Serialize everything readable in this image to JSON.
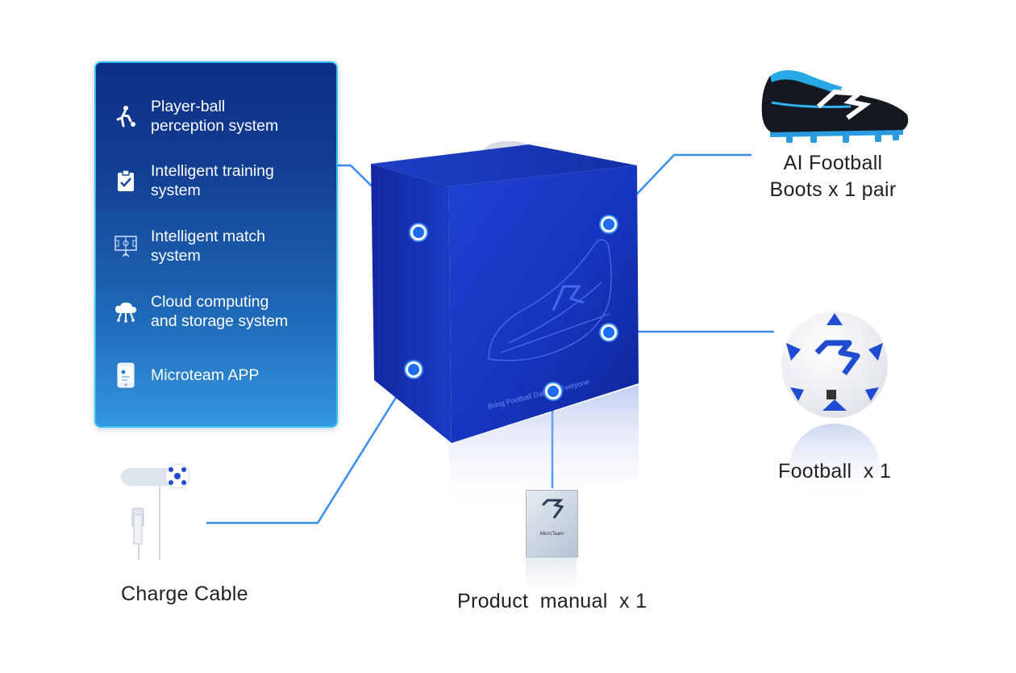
{
  "features": [
    {
      "label": "Player-ball\nperception system",
      "icon": "player-kick-icon"
    },
    {
      "label": "Intelligent training\nsystem",
      "icon": "clipboard-check-icon"
    },
    {
      "label": "Intelligent match\nsystem",
      "icon": "tactics-board-icon"
    },
    {
      "label": "Cloud computing\nand storage system",
      "icon": "cloud-icon"
    },
    {
      "label": "Microteam APP",
      "icon": "phone-app-icon"
    }
  ],
  "box": {
    "tagline": "Bring Football Data To Everyone"
  },
  "items": {
    "boots": "AI Football\nBoots x 1 pair",
    "ball": "Football  x 1",
    "cable": "Charge Cable",
    "manual": "Product  manual  x 1"
  },
  "manual_brand": "MicroTeam",
  "colors": {
    "accent": "#3a8cf5",
    "panel_top": "#0c2f86",
    "panel_bottom": "#3497dd",
    "box": "#1833b8"
  }
}
